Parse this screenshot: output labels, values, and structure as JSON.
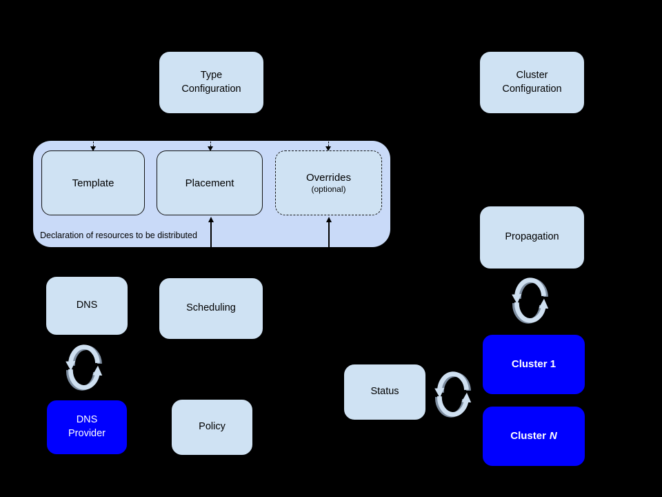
{
  "diagram": {
    "background": "#000000",
    "colors": {
      "light_box": "#cfe2f3",
      "group_container": "#c9daf8",
      "highlight_box": "#0000ff",
      "light_box_text": "#000000",
      "highlight_box_text": "#ffffff",
      "sync_icon_body": "#cfe0f1",
      "sync_icon_shadow": "#7e8ea1"
    },
    "boxes": {
      "type_config": {
        "lines": [
          "Type",
          "Configuration"
        ]
      },
      "cluster_config": {
        "lines": [
          "Cluster",
          "Configuration"
        ]
      },
      "template": {
        "label": "Template"
      },
      "placement": {
        "label": "Placement"
      },
      "overrides": {
        "label": "Overrides",
        "sublabel": "(optional)"
      },
      "dns": {
        "label": "DNS"
      },
      "scheduling": {
        "label": "Scheduling"
      },
      "dns_provider": {
        "lines": [
          "DNS",
          "Provider"
        ]
      },
      "policy": {
        "label": "Policy"
      },
      "propagation": {
        "label": "Propagation"
      },
      "status": {
        "label": "Status"
      },
      "cluster_1": {
        "label": "Cluster 1"
      },
      "cluster_n": {
        "prefix": "Cluster",
        "suffix": "N"
      }
    },
    "group": {
      "caption": "Declaration of resources to be distributed"
    },
    "icons": {
      "sync": "circular sync arrows"
    }
  }
}
